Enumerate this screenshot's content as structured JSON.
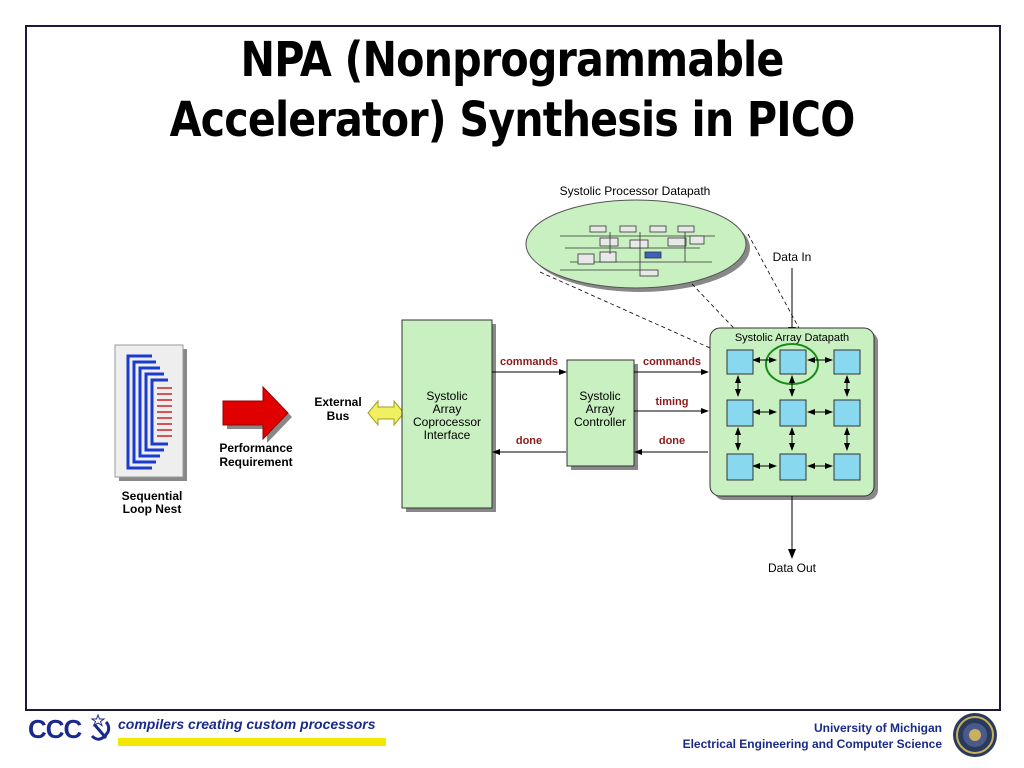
{
  "slide": {
    "title_line1": "NPA (Nonprogrammable",
    "title_line2": "Accelerator) Synthesis in PICO"
  },
  "diagram": {
    "systolic_processor_datapath_label": "Systolic Processor Datapath",
    "data_in_label": "Data In",
    "data_out_label": "Data Out",
    "sequential_loop_nest_label_line1": "Sequential",
    "sequential_loop_nest_label_line2": "Loop Nest",
    "performance_label_line1": "Performance",
    "performance_label_line2": "Requirement",
    "external_bus_label_line1": "External",
    "external_bus_label_line2": "Bus",
    "coprocessor_interface_lines": [
      "Systolic",
      "Array",
      "Coprocessor",
      "Interface"
    ],
    "controller_lines": [
      "Systolic",
      "Array",
      "Controller"
    ],
    "systolic_array_datapath_label": "Systolic Array Datapath",
    "commands_label_1": "commands",
    "commands_label_2": "commands",
    "timing_label": "timing",
    "done_label_1": "done",
    "done_label_2": "done"
  },
  "footer": {
    "logo_text": "CCC",
    "tagline": "compilers creating custom processors",
    "university": "University of Michigan",
    "department": "Electrical Engineering and Computer Science"
  },
  "colors": {
    "box_fill": "#c8f0c0",
    "pe_fill": "#88d8f0",
    "signal_text": "#8b1a1a",
    "ellipse_fill": "#c8f0c0",
    "arrow_red": "#e00000",
    "bus_yellow": "#f0f060",
    "footer_blue": "#1a2a8a"
  }
}
